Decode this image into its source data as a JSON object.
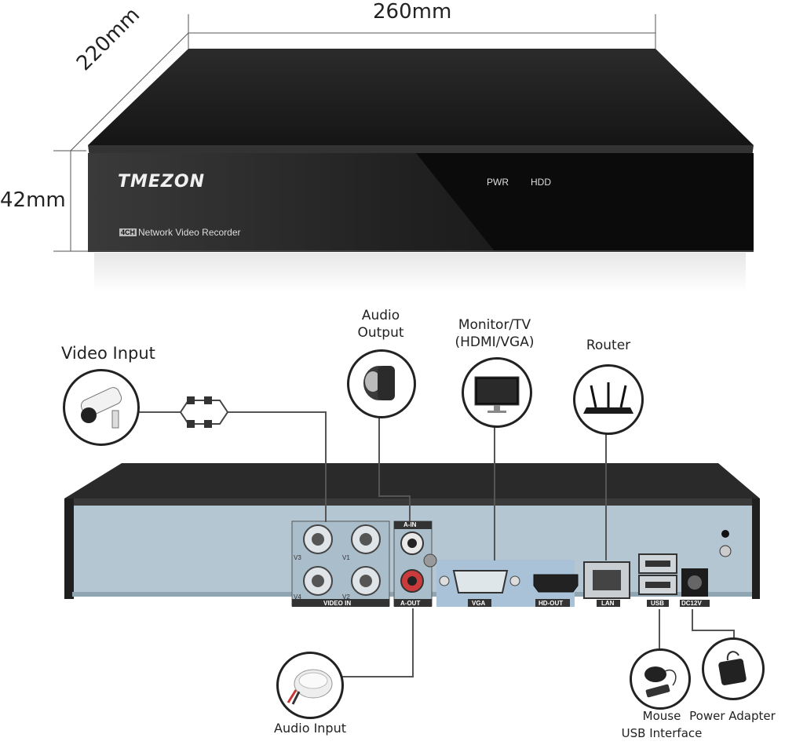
{
  "dimensions": {
    "width": "260mm",
    "depth": "220mm",
    "height": "42mm"
  },
  "front_panel": {
    "brand": "TMEZON",
    "channels_badge": "4CH",
    "model_label": "Network Video Recorder",
    "indicators": [
      "PWR",
      "HDD"
    ]
  },
  "rear_panel": {
    "port_labels": {
      "video_in": "VIDEO IN",
      "v1": "V1",
      "v2": "V2",
      "v3": "V3",
      "v4": "V4",
      "a_in": "A-IN",
      "a_out": "A-OUT",
      "vga": "VGA",
      "hd_out": "HD-OUT",
      "lan": "LAN",
      "usb": "USB",
      "dc": "DC12V"
    }
  },
  "connections": {
    "video_input": "Video Input",
    "audio_output_line1": "Audio",
    "audio_output_line2": "Output",
    "monitor_line1": "Monitor/TV",
    "monitor_line2": "(HDMI/VGA)",
    "router": "Router",
    "audio_input": "Audio Input",
    "mouse_line1": "Mouse",
    "mouse_line2": "USB Interface",
    "power_adapter": "Power Adapter"
  },
  "icons": [
    "camera-icon",
    "speaker-icon",
    "monitor-icon",
    "router-icon",
    "microphone-icon",
    "mouse-icon",
    "power-adapter-icon"
  ]
}
